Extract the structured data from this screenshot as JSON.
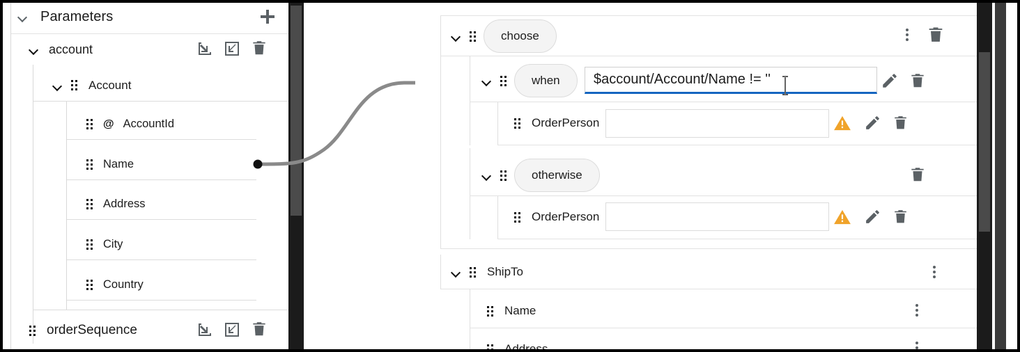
{
  "left_panel": {
    "header": {
      "title": "Parameters",
      "add_label": "+",
      "collapse_icon": "chevron-down-icon",
      "add_icon": "plus-icon"
    },
    "account_node": {
      "label": "account",
      "actions": [
        {
          "name": "collapse-all-icon",
          "glyph": "box-arrow-in"
        },
        {
          "name": "expand-all-icon",
          "glyph": "box-arrow-out"
        },
        {
          "name": "delete-icon",
          "glyph": "trash"
        }
      ]
    },
    "account_type": {
      "label": "Account"
    },
    "fields": [
      {
        "label": "AccountId",
        "attribute_marker": "@",
        "connected": false
      },
      {
        "label": "Name",
        "attribute_marker": "",
        "connected": true
      },
      {
        "label": "Address",
        "attribute_marker": "",
        "connected": false
      },
      {
        "label": "City",
        "attribute_marker": "",
        "connected": false
      },
      {
        "label": "Country",
        "attribute_marker": "",
        "connected": false
      }
    ],
    "order_sequence": {
      "label": "orderSequence",
      "actions": [
        {
          "name": "collapse-all-icon",
          "glyph": "box-arrow-in"
        },
        {
          "name": "expand-all-icon",
          "glyph": "box-arrow-out"
        },
        {
          "name": "delete-icon",
          "glyph": "trash"
        }
      ]
    }
  },
  "right_panel": {
    "choose": {
      "label": "choose",
      "menu_icon": "kebab-menu-icon",
      "delete_icon": "trash-icon"
    },
    "when": {
      "label": "when",
      "expression": "$account/Account/Name != ''",
      "focused": true,
      "edit_icon": "pencil-icon",
      "delete_icon": "trash-icon",
      "child": {
        "label": "OrderPerson",
        "value": "",
        "warning_icon": "warning-triangle-icon",
        "edit_icon": "pencil-icon",
        "delete_icon": "trash-icon"
      }
    },
    "otherwise": {
      "label": "otherwise",
      "delete_icon": "trash-icon",
      "child": {
        "label": "OrderPerson",
        "value": "",
        "warning_icon": "warning-triangle-icon",
        "edit_icon": "pencil-icon",
        "delete_icon": "trash-icon"
      }
    },
    "ship_to": {
      "label": "ShipTo",
      "menu_icon": "kebab-menu-icon",
      "children": [
        {
          "label": "Name",
          "menu_icon": "kebab-menu-icon"
        },
        {
          "label": "Address",
          "menu_icon": "kebab-menu-icon"
        }
      ]
    }
  },
  "colors": {
    "focus_underline": "#1565c0",
    "warning": "#f0a32a",
    "icon_grey": "#5b6165",
    "connector": "#8a8a8a",
    "scrollbar_track": "#1b1b1b",
    "scrollbar_thumb": "#4a4a4a"
  }
}
